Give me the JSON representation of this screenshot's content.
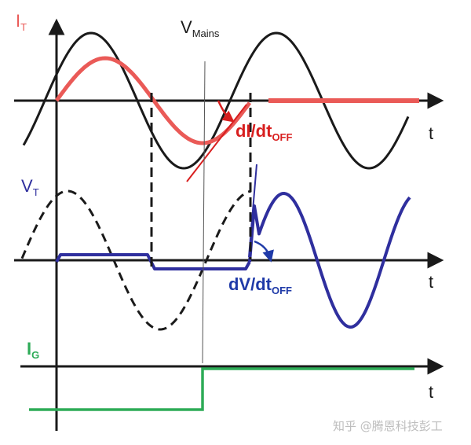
{
  "labels": {
    "it": {
      "main": "I",
      "sub": "T"
    },
    "vt": {
      "main": "V",
      "sub": "T"
    },
    "ig": {
      "main": "I",
      "sub": "G"
    },
    "vmains": {
      "main": "V",
      "sub": "Mains"
    },
    "didt": {
      "main": "dI/dt",
      "sub": "OFF"
    },
    "dvdt": {
      "main": "dV/dt",
      "sub": "OFF"
    },
    "t_axis": "t"
  },
  "watermark": "知乎 @腾恩科技彭工",
  "colors": {
    "axis": "#1a1a1a",
    "mains": "#1a1a1a",
    "current": "#ea5a57",
    "voltage": "#2f2f9e",
    "gate": "#2dab57",
    "didt_label": "#d81f1f",
    "dvdt_label": "#1f3aa8"
  }
}
